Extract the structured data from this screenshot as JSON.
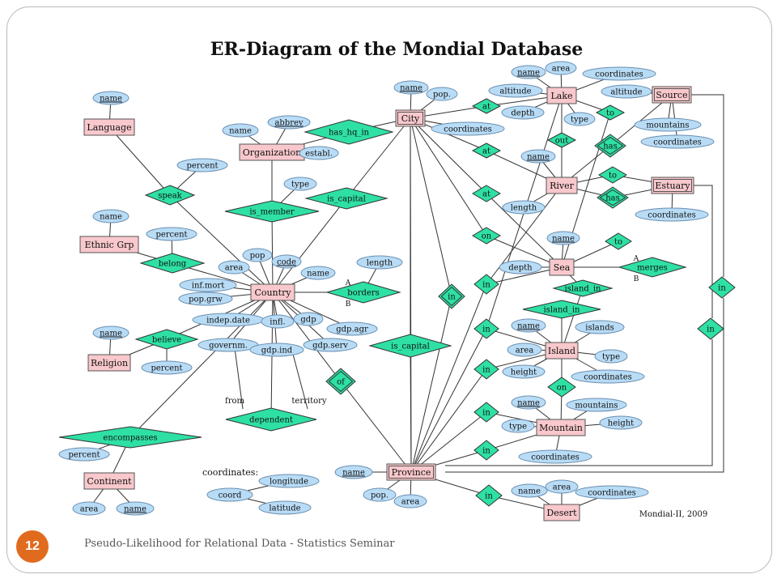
{
  "slide": {
    "page_number": "12",
    "footer": "Pseudo-Likelihood for Relational Data - Statistics Seminar"
  },
  "diagram": {
    "title": "ER-Diagram of the Mondial Database",
    "credit": "Mondial-II, 2009",
    "colors": {
      "entity": "#f8c8cc",
      "relationship": "#2ee0a4",
      "attribute": "#b9dcf6"
    },
    "entities": [
      {
        "id": "language",
        "label": "Language"
      },
      {
        "id": "organization",
        "label": "Organization"
      },
      {
        "id": "city",
        "label": "City"
      },
      {
        "id": "lake",
        "label": "Lake"
      },
      {
        "id": "source",
        "label": "Source"
      },
      {
        "id": "river",
        "label": "River"
      },
      {
        "id": "estuary",
        "label": "Estuary"
      },
      {
        "id": "ethnic",
        "label": "Ethnic Grp"
      },
      {
        "id": "country",
        "label": "Country"
      },
      {
        "id": "sea",
        "label": "Sea"
      },
      {
        "id": "religion",
        "label": "Religion"
      },
      {
        "id": "island",
        "label": "Island"
      },
      {
        "id": "mountain",
        "label": "Mountain"
      },
      {
        "id": "continent",
        "label": "Continent"
      },
      {
        "id": "province",
        "label": "Province"
      },
      {
        "id": "desert",
        "label": "Desert"
      }
    ],
    "relationships": [
      {
        "id": "has_hq_in",
        "label": "has_hq_in"
      },
      {
        "id": "speak",
        "label": "speak"
      },
      {
        "id": "is_member",
        "label": "is_member"
      },
      {
        "id": "is_capital_c",
        "label": "is_capital"
      },
      {
        "id": "belong",
        "label": "belong"
      },
      {
        "id": "borders",
        "label": "borders"
      },
      {
        "id": "believe",
        "label": "believe"
      },
      {
        "id": "dependent",
        "label": "dependent"
      },
      {
        "id": "encompasses",
        "label": "encompasses"
      },
      {
        "id": "of",
        "label": "of"
      },
      {
        "id": "is_capital_p",
        "label": "is_capital"
      },
      {
        "id": "in_city",
        "label": "in"
      },
      {
        "id": "at_lake",
        "label": "at"
      },
      {
        "id": "at_river",
        "label": "at"
      },
      {
        "id": "at_sea",
        "label": "at"
      },
      {
        "id": "on_sea",
        "label": "on"
      },
      {
        "id": "to_lake",
        "label": "to"
      },
      {
        "id": "out_lake",
        "label": "out"
      },
      {
        "id": "has_source",
        "label": "has"
      },
      {
        "id": "to_estuary",
        "label": "to"
      },
      {
        "id": "has_estuary",
        "label": "has"
      },
      {
        "id": "to_sea",
        "label": "to"
      },
      {
        "id": "merges",
        "label": "merges"
      },
      {
        "id": "island_in_1",
        "label": "island_in"
      },
      {
        "id": "island_in_2",
        "label": "island_in"
      },
      {
        "id": "on_island",
        "label": "on"
      },
      {
        "id": "in_p1",
        "label": "in"
      },
      {
        "id": "in_p2",
        "label": "in"
      },
      {
        "id": "in_p3",
        "label": "in"
      },
      {
        "id": "in_p4",
        "label": "in"
      },
      {
        "id": "in_p5",
        "label": "in"
      },
      {
        "id": "in_desert",
        "label": "in"
      },
      {
        "id": "in_r1",
        "label": "in"
      },
      {
        "id": "in_r2",
        "label": "in"
      }
    ],
    "attributes": [
      {
        "id": "lang_name",
        "label": "name",
        "key": true
      },
      {
        "id": "org_name",
        "label": "name",
        "key": false
      },
      {
        "id": "org_abbrev",
        "label": "abbrev",
        "key": true
      },
      {
        "id": "org_establ",
        "label": "establ.",
        "key": false
      },
      {
        "id": "city_name",
        "label": "name",
        "key": true
      },
      {
        "id": "city_pop",
        "label": "pop.",
        "key": false
      },
      {
        "id": "city_coord",
        "label": "coordinates",
        "key": false
      },
      {
        "id": "lake_name",
        "label": "name",
        "key": true
      },
      {
        "id": "lake_area",
        "label": "area",
        "key": false
      },
      {
        "id": "lake_coord",
        "label": "coordinates",
        "key": false
      },
      {
        "id": "lake_alt",
        "label": "altitude",
        "key": false
      },
      {
        "id": "lake_depth",
        "label": "depth",
        "key": false
      },
      {
        "id": "lake_type",
        "label": "type",
        "key": false
      },
      {
        "id": "src_alt",
        "label": "altitude",
        "key": false
      },
      {
        "id": "src_mnt",
        "label": "mountains",
        "key": false
      },
      {
        "id": "src_coord",
        "label": "coordinates",
        "key": false
      },
      {
        "id": "river_name",
        "label": "name",
        "key": true
      },
      {
        "id": "river_len",
        "label": "length",
        "key": false
      },
      {
        "id": "est_coord",
        "label": "coordinates",
        "key": false
      },
      {
        "id": "speak_pct",
        "label": "percent",
        "key": false
      },
      {
        "id": "member_type",
        "label": "type",
        "key": false
      },
      {
        "id": "eth_name",
        "label": "name",
        "key": false
      },
      {
        "id": "belong_pct",
        "label": "percent",
        "key": false
      },
      {
        "id": "c_pop",
        "label": "pop",
        "key": false
      },
      {
        "id": "c_area",
        "label": "area",
        "key": false
      },
      {
        "id": "c_code",
        "label": "code",
        "key": true
      },
      {
        "id": "c_name",
        "label": "name",
        "key": false
      },
      {
        "id": "c_infmort",
        "label": "inf.mort",
        "key": false
      },
      {
        "id": "c_popgrw",
        "label": "pop.grw",
        "key": false
      },
      {
        "id": "c_indep",
        "label": "indep.date",
        "key": false
      },
      {
        "id": "c_infl",
        "label": "infl.",
        "key": false
      },
      {
        "id": "c_gdp",
        "label": "gdp",
        "key": false
      },
      {
        "id": "c_gdpagr",
        "label": "gdp.agr",
        "key": false
      },
      {
        "id": "c_gov",
        "label": "governm.",
        "key": false
      },
      {
        "id": "c_gdpind",
        "label": "gdp.ind",
        "key": false
      },
      {
        "id": "c_gdpserv",
        "label": "gdp.serv",
        "key": false
      },
      {
        "id": "b_length",
        "label": "length",
        "key": false
      },
      {
        "id": "sea_name",
        "label": "name",
        "key": true
      },
      {
        "id": "sea_depth",
        "label": "depth",
        "key": false
      },
      {
        "id": "rel_name",
        "label": "name",
        "key": true
      },
      {
        "id": "believe_pct",
        "label": "percent",
        "key": false
      },
      {
        "id": "isl_name",
        "label": "name",
        "key": true
      },
      {
        "id": "isl_islands",
        "label": "islands",
        "key": false
      },
      {
        "id": "isl_area",
        "label": "area",
        "key": false
      },
      {
        "id": "isl_type",
        "label": "type",
        "key": false
      },
      {
        "id": "isl_height",
        "label": "height",
        "key": false
      },
      {
        "id": "isl_coord",
        "label": "coordinates",
        "key": false
      },
      {
        "id": "mnt_name",
        "label": "name",
        "key": true
      },
      {
        "id": "mnt_mountains",
        "label": "mountains",
        "key": false
      },
      {
        "id": "mnt_type",
        "label": "type",
        "key": false
      },
      {
        "id": "mnt_height",
        "label": "height",
        "key": false
      },
      {
        "id": "mnt_coord",
        "label": "coordinates",
        "key": false
      },
      {
        "id": "enc_pct",
        "label": "percent",
        "key": false
      },
      {
        "id": "cont_area",
        "label": "area",
        "key": false
      },
      {
        "id": "cont_name",
        "label": "name",
        "key": true
      },
      {
        "id": "prov_name",
        "label": "name",
        "key": true
      },
      {
        "id": "prov_pop",
        "label": "pop.",
        "key": false
      },
      {
        "id": "prov_area",
        "label": "area",
        "key": false
      },
      {
        "id": "des_name",
        "label": "name",
        "key": false
      },
      {
        "id": "des_area",
        "label": "area",
        "key": false
      },
      {
        "id": "des_coord",
        "label": "coordinates",
        "key": false
      },
      {
        "id": "coord_coord",
        "label": "coord",
        "key": false
      },
      {
        "id": "coord_long",
        "label": "longitude",
        "key": false
      },
      {
        "id": "coord_lat",
        "label": "latitude",
        "key": false
      }
    ],
    "labels": {
      "from": "from",
      "territory": "territory",
      "coordinates_legend": "coordinates:",
      "a_borders": "A",
      "b_borders": "B",
      "a_merges": "A",
      "b_merges": "B"
    }
  }
}
